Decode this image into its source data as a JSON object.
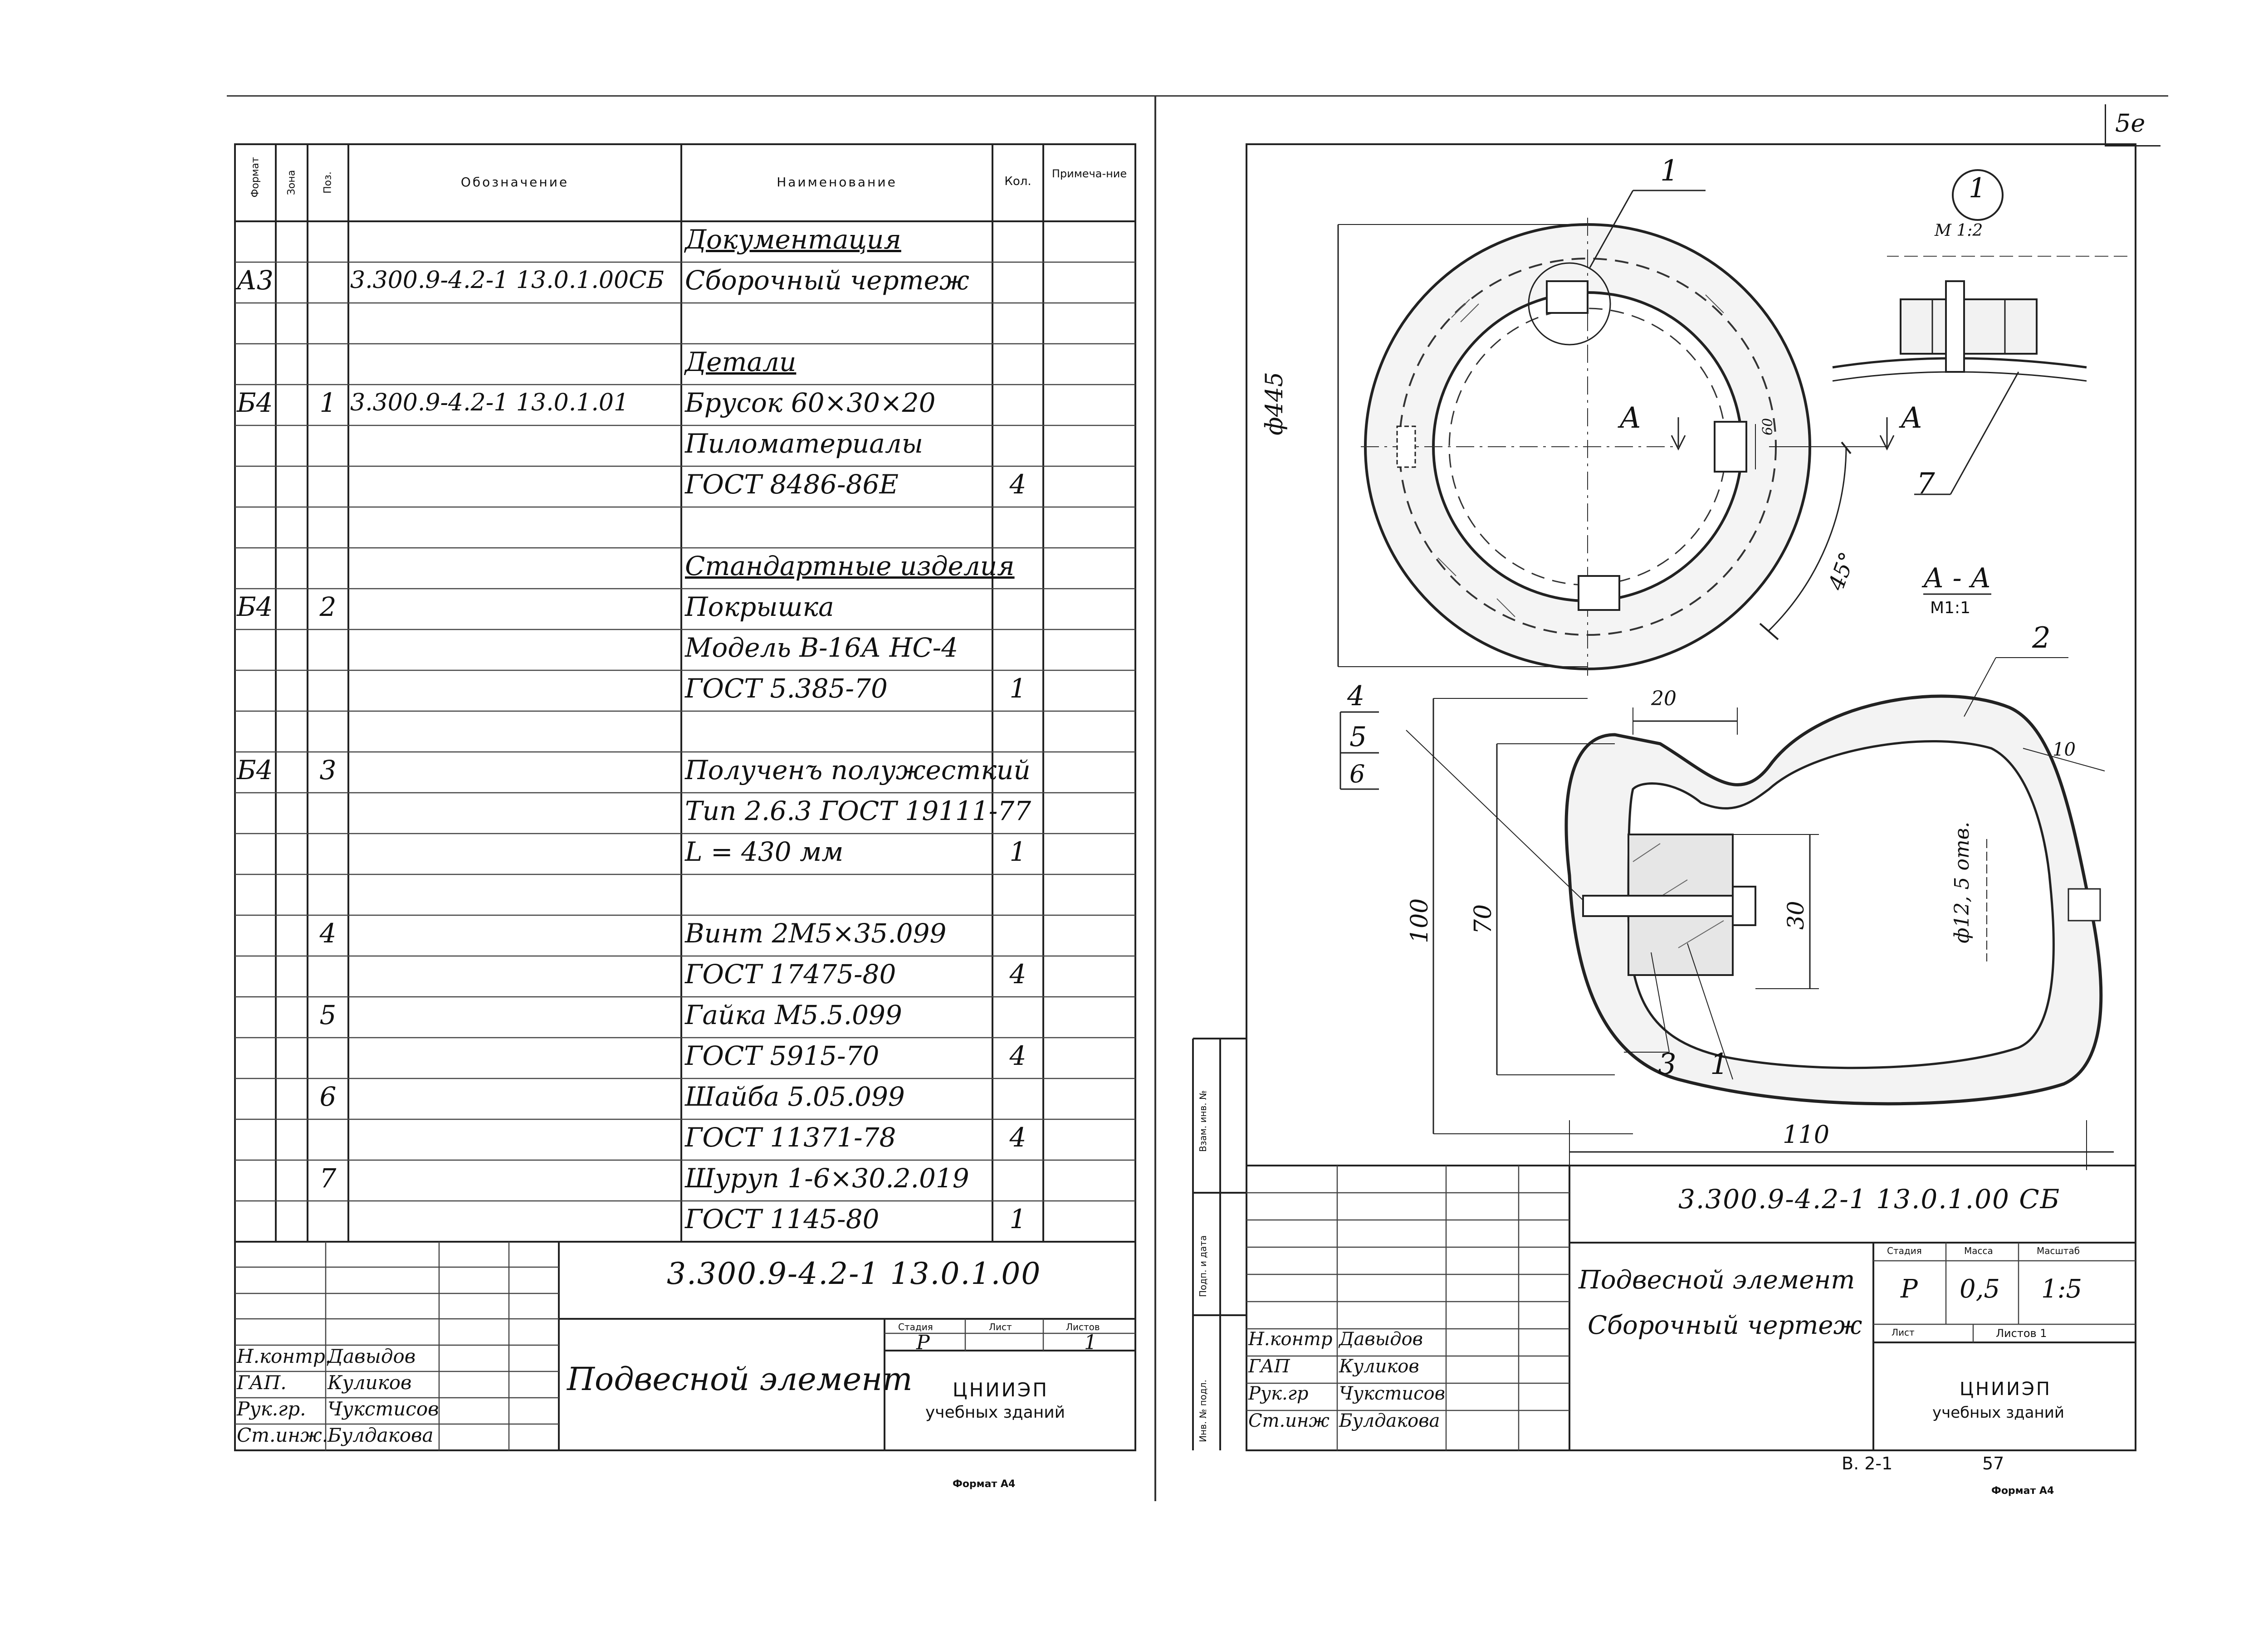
{
  "sheet_mark": "5е",
  "spec_header": {
    "format": "Формат",
    "zone": "Зона",
    "pos": "Поз.",
    "designation": "Обозначение",
    "name": "Наименование",
    "qty": "Кол.",
    "note": "Примеча-ние"
  },
  "spec_rows": [
    {
      "format": "",
      "pos": "",
      "designation": "",
      "name": "Документация",
      "qty": "",
      "underline": true
    },
    {
      "format": "А3",
      "pos": "",
      "designation": "3.300.9-4.2-1 13.0.1.00СБ",
      "name": "Сборочный чертеж",
      "qty": ""
    },
    {
      "format": "",
      "pos": "",
      "designation": "",
      "name": "Детали",
      "qty": "",
      "underline": true
    },
    {
      "format": "Б4",
      "pos": "1",
      "designation": "3.300.9-4.2-1 13.0.1.01",
      "name": "Брусок 60×30×20",
      "qty": ""
    },
    {
      "format": "",
      "pos": "",
      "designation": "",
      "name": "Пиломатериалы",
      "qty": ""
    },
    {
      "format": "",
      "pos": "",
      "designation": "",
      "name": "ГОСТ 8486-86Е",
      "qty": "4"
    },
    {
      "format": "",
      "pos": "",
      "designation": "",
      "name": "Стандартные изделия",
      "qty": "",
      "underline": true
    },
    {
      "format": "Б4",
      "pos": "2",
      "designation": "",
      "name": "Покрышка",
      "qty": ""
    },
    {
      "format": "",
      "pos": "",
      "designation": "",
      "name": "Модель В-16А НС-4",
      "qty": ""
    },
    {
      "format": "",
      "pos": "",
      "designation": "",
      "name": "ГОСТ 5.385-70",
      "qty": "1"
    },
    {
      "format": "Б4",
      "pos": "3",
      "designation": "",
      "name": "Полученъ полужесткий",
      "qty": ""
    },
    {
      "format": "",
      "pos": "",
      "designation": "",
      "name": "Тип 2.6.3 ГОСТ 19111-77",
      "qty": ""
    },
    {
      "format": "",
      "pos": "",
      "designation": "",
      "name": "L = 430 мм",
      "qty": "1"
    },
    {
      "format": "",
      "pos": "4",
      "designation": "",
      "name": "Винт 2М5×35.099",
      "qty": ""
    },
    {
      "format": "",
      "pos": "",
      "designation": "",
      "name": "ГОСТ 17475-80",
      "qty": "4"
    },
    {
      "format": "",
      "pos": "5",
      "designation": "",
      "name": "Гайка М5.5.099",
      "qty": ""
    },
    {
      "format": "",
      "pos": "",
      "designation": "",
      "name": "ГОСТ 5915-70",
      "qty": "4"
    },
    {
      "format": "",
      "pos": "6",
      "designation": "",
      "name": "Шайба 5.05.099",
      "qty": ""
    },
    {
      "format": "",
      "pos": "",
      "designation": "",
      "name": "ГОСТ 11371-78",
      "qty": "4"
    },
    {
      "format": "",
      "pos": "7",
      "designation": "",
      "name": "Шуруп 1-6×30.2.019",
      "qty": ""
    },
    {
      "format": "",
      "pos": "",
      "designation": "",
      "name": "ГОСТ 1145-80",
      "qty": "1"
    }
  ],
  "left_stamp": {
    "code": "3.300.9-4.2-1 13.0.1.00",
    "title": "Подвесной элемент",
    "org1": "ЦНИИЭП",
    "org2": "учебных зданий",
    "stage_h": "Стадия",
    "sheet_h": "Лист",
    "sheets_h": "Листов",
    "stage": "Р",
    "sheets": "1",
    "roles": [
      "Н.контр.",
      "ГАП.",
      "Рук.гр.",
      "Ст.инж."
    ],
    "names": [
      "Давыдов",
      "Куликов",
      "Чукстисов",
      "Булдакова"
    ],
    "format_note": "Формат А4"
  },
  "drawing": {
    "diameter": "ф445",
    "callout_1": "1",
    "node": "1",
    "node_scale": "М 1:2",
    "section_mark": "А",
    "dim_60": "60",
    "angle": "45°",
    "section_title": "А - А",
    "section_scale": "М1:1",
    "pos2": "2",
    "pos4": "4",
    "pos5": "5",
    "pos6": "6",
    "pos7": "7",
    "pos3": "3",
    "pos1": "1",
    "dim_20": "20",
    "dim_10": "10",
    "dim_100": "100",
    "dim_70": "70",
    "dim_30": "30",
    "dim_110": "110",
    "holes": "ф12, 5 отв."
  },
  "right_stamp": {
    "code": "3.300.9-4.2-1 13.0.1.00 СБ",
    "title1": "Подвесной элемент",
    "title2": "Сборочный чертеж",
    "stage_h": "Стадия",
    "mass_h": "Масса",
    "scale_h": "Масштаб",
    "stage": "Р",
    "mass": "0,5",
    "scale": "1:5",
    "sheet_h": "Лист",
    "sheets_h": "Листов 1",
    "org1": "ЦНИИЭП",
    "org2": "учебных зданий",
    "roles": [
      "Н.контр",
      "ГАП",
      "Рук.гр",
      "Ст.инж"
    ],
    "names": [
      "Давыдов",
      "Куликов",
      "Чукстисов",
      "Булдакова"
    ],
    "side1": "Взам. инв. №",
    "side2": "Подп. и дата",
    "side3": "Инв. № подл.",
    "album": "В. 2-1",
    "page": "57",
    "format_note": "Формат А4"
  }
}
